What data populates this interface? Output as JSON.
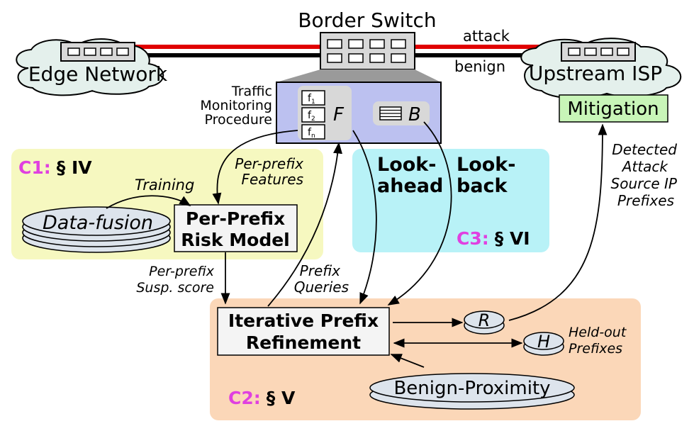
{
  "colors": {
    "attack_line": "#e00000",
    "benign_line": "#000000",
    "c1_panel": "#f6f8c0",
    "c2_panel": "#fbd7b8",
    "c3_panel": "#b8f2f7",
    "monitor_box": "#bcc1f0",
    "mitigation_box": "#c8f5b8",
    "cloud_fill": "#e4f0ec",
    "magenta": "#e040e0",
    "disk_fill": "#dde4ec"
  },
  "topology": {
    "border_switch_label": "Border Switch",
    "edge_network_label": "Edge Network",
    "upstream_isp_label": "Upstream ISP",
    "attack_label": "attack",
    "benign_label": "benign",
    "mitigation_label": "Mitigation"
  },
  "monitor": {
    "procedure_lines": [
      "Traffic",
      "Monitoring",
      "Procedure"
    ],
    "features": [
      "f1",
      "f2",
      "fn"
    ],
    "feature_base": "f",
    "feature_subs": [
      "1",
      "2",
      "n"
    ],
    "F_label": "F",
    "B_label": "B"
  },
  "c1": {
    "tag": "C1:",
    "section": "§ IV",
    "data_fusion": "Data-fusion",
    "training": "Training",
    "risk_model_lines": [
      "Per-Prefix",
      "Risk Model"
    ],
    "per_prefix_features": [
      "Per-prefix",
      "Features"
    ],
    "susp_score": [
      "Per-prefix",
      "Susp. score"
    ]
  },
  "c3": {
    "tag": "C3:",
    "section": "§ VI",
    "lookahead": [
      "Look-",
      "ahead"
    ],
    "lookback": [
      "Look-",
      "back"
    ]
  },
  "c2": {
    "tag": "C2:",
    "section": "§ V",
    "refinement_lines": [
      "Iterative Prefix",
      "Refinement"
    ],
    "prefix_queries": [
      "Prefix",
      "Queries"
    ],
    "R_label": "R",
    "H_label": "H",
    "held_out": [
      "Held-out",
      "Prefixes"
    ],
    "benign_proximity": "Benign-Proximity"
  },
  "detected": [
    "Detected",
    "Attack",
    "Source IP",
    "Prefixes"
  ]
}
